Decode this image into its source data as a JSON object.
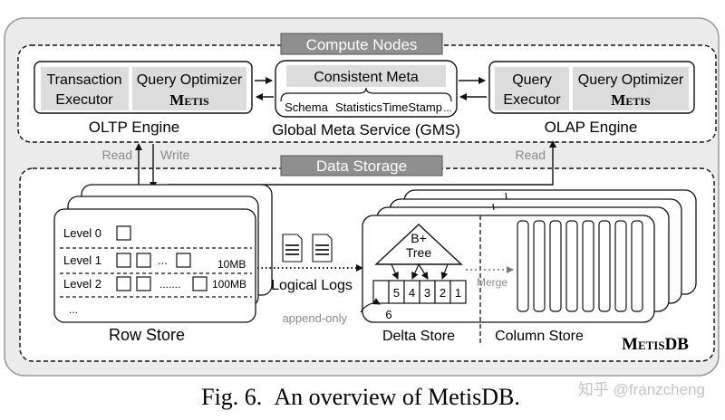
{
  "compute": {
    "header": "Compute Nodes",
    "oltp": {
      "transaction_1": "Transaction",
      "transaction_2": "Executor",
      "optimizer_1": "Query Optimizer",
      "optimizer_2": "Metis",
      "label": "OLTP Engine"
    },
    "gms": {
      "title": "Consistent Meta",
      "items": [
        "Schema",
        "Statistics",
        "TimeStamp",
        "..."
      ],
      "label": "Global Meta Service (GMS)"
    },
    "olap": {
      "query_1": "Query",
      "query_2": "Executor",
      "optimizer_1": "Query Optimizer",
      "optimizer_2": "Metis",
      "label": "OLAP Engine"
    }
  },
  "flows": {
    "read_left": "Read",
    "write": "Write",
    "read_right": "Read",
    "merge": "Merge",
    "append": "append-only"
  },
  "storage": {
    "header": "Data Storage",
    "row_store": {
      "levels": [
        "Level 0",
        "Level 1",
        "Level 2",
        "..."
      ],
      "size_1": "10MB",
      "size_2": "100MB",
      "dots_1": "...",
      "dots_2": ".......",
      "label": "Row Store"
    },
    "logs": "Logical Logs",
    "delta": {
      "tree_1": "B+",
      "tree_2": "Tree",
      "cells": [
        "5",
        "4",
        "3",
        "2",
        "1"
      ],
      "next": "6",
      "label": "Delta Store"
    },
    "column_store_label": "Column Store",
    "brand": "MetisDB"
  },
  "caption": {
    "prefix": "Fig. 6.",
    "text": "An overview of MetisDB.",
    "watermark": "知乎 @franzcheng"
  }
}
